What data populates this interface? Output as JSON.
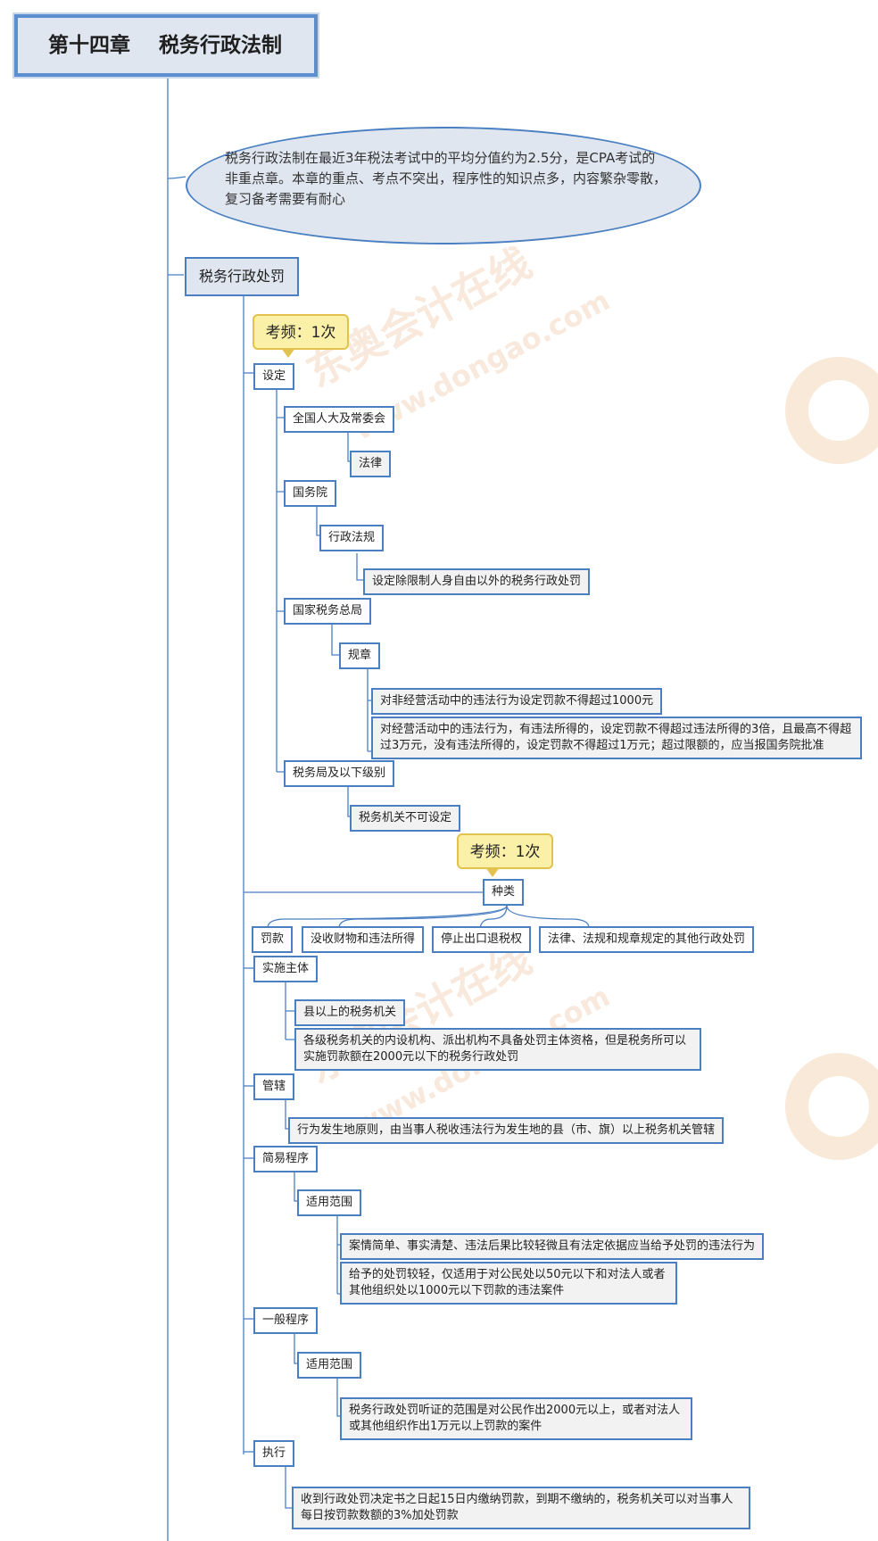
{
  "root": {
    "title": "第十四章    税务行政法制"
  },
  "intro": {
    "text": "税务行政法制在最近3年税法考试中的平均分值约为2.5分，是CPA考试的非重点章。本章的重点、考点不突出，程序性的知识点多，内容繁杂零散，复习备考需要有耐心"
  },
  "branch": {
    "label": "税务行政处罚"
  },
  "callouts": {
    "freq1": "考频：1次",
    "freq2": "考频：1次"
  },
  "setting": {
    "label": "设定",
    "npc": "全国人大及常委会",
    "law": "法律",
    "state_council": "国务院",
    "admin_regs": "行政法规",
    "admin_regs_note": "设定除限制人身自由以外的税务行政处罚",
    "sat": "国家税务总局",
    "rules": "规章",
    "rule_note_1": "对非经营活动中的违法行为设定罚款不得超过1000元",
    "rule_note_2": "对经营活动中的违法行为，有违法所得的，设定罚款不得超过违法所得的3倍，且最高不得超过3万元，没有违法所得的，设定罚款不得超过1万元；超过限额的，应当报国务院批准",
    "lower": "税务局及以下级别",
    "lower_note": "税务机关不可设定"
  },
  "types": {
    "label": "种类",
    "items": [
      "罚款",
      "没收财物和违法所得",
      "停止出口退税权",
      "法律、法规和规章规定的其他行政处罚"
    ]
  },
  "subject": {
    "label": "实施主体",
    "item1": "县以上的税务机关",
    "item2": "各级税务机关的内设机构、派出机构不具备处罚主体资格，但是税务所可以实施罚款额在2000元以下的税务行政处罚"
  },
  "jurisdiction": {
    "label": "管辖",
    "item": "行为发生地原则，由当事人税收违法行为发生地的县（市、旗）以上税务机关管辖"
  },
  "simple": {
    "label": "简易程序",
    "scope": "适用范围",
    "item1": "案情简单、事实清楚、违法后果比较轻微且有法定依据应当给予处罚的违法行为",
    "item2": "给予的处罚较轻，仅适用于对公民处以50元以下和对法人或者其他组织处以1000元以下罚款的违法案件"
  },
  "general": {
    "label": "一般程序",
    "scope": "适用范围",
    "item": "税务行政处罚听证的范围是对公民作出2000元以上，或者对法人或其他组织作出1万元以上罚款的案件"
  },
  "execution": {
    "label": "执行",
    "item": "收到行政处罚决定书之日起15日内缴纳罚款，到期不缴纳的，税务机关可以对当事人每日按罚款数额的3%加处罚款"
  },
  "watermark": {
    "brand": "东奥会计在线",
    "url": "www.dongao.com"
  },
  "colors": {
    "line": "#4a7fc1",
    "root_fill": "#dfe6ef",
    "callout_fill": "#fbf0a8"
  }
}
